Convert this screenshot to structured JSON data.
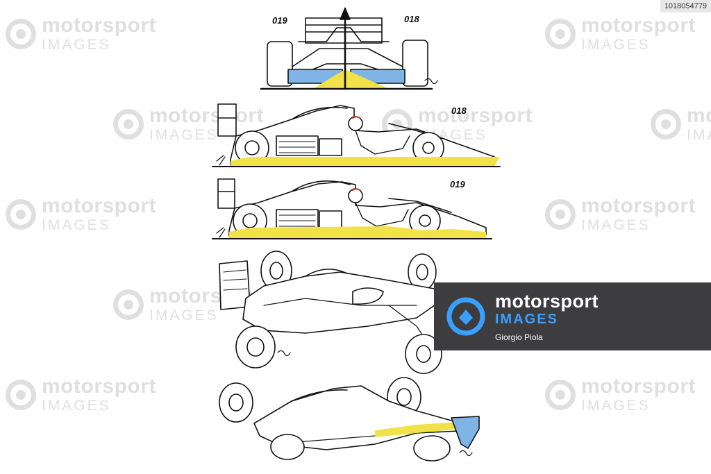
{
  "image_id": "1018054779",
  "labels": {
    "front_left": "019",
    "front_right": "018",
    "side_top": "018",
    "side_mid": "019"
  },
  "watermark": {
    "line1": "motorsport",
    "line2": "IMAGES"
  },
  "badge": {
    "brand_line1": "motorsport",
    "brand_line2": "IMAGES",
    "credit": "Giorgio Piola"
  },
  "colors": {
    "floor_yellow": "#f2e24a",
    "wing_blue": "#7fb4e6",
    "badge_bg": "#3d3d3f",
    "badge_accent": "#39a0ff"
  }
}
